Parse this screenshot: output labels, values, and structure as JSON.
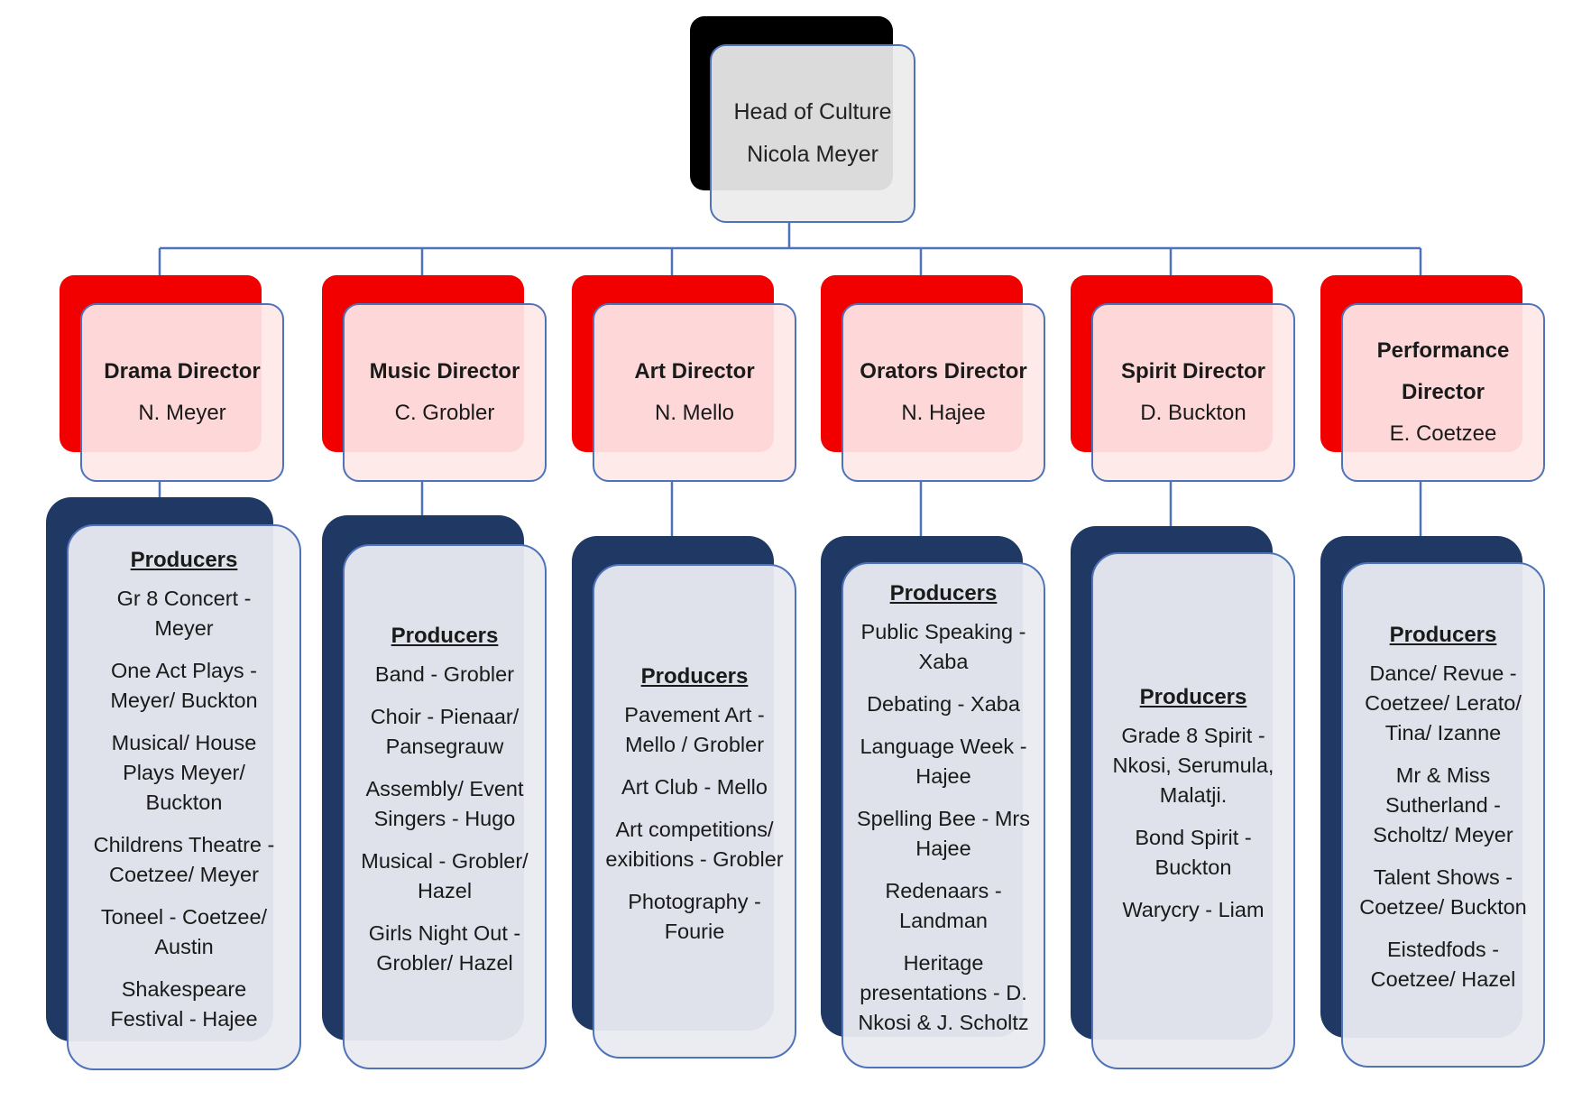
{
  "head": {
    "title": "Head of Culture",
    "name": "Nicola Meyer"
  },
  "directors": [
    {
      "title": "Drama Director",
      "name": "N. Meyer"
    },
    {
      "title": "Music Director",
      "name": "C. Grobler"
    },
    {
      "title": "Art Director",
      "name": "N. Mello"
    },
    {
      "title": "Orators Director",
      "name": "N. Hajee"
    },
    {
      "title": "Spirit Director",
      "name": "D. Buckton"
    },
    {
      "title": "Performance Director",
      "name": "E. Coetzee"
    }
  ],
  "producers": [
    {
      "heading": "Producers",
      "items": [
        "Gr 8 Concert - Meyer",
        "One Act Plays - Meyer/ Buckton",
        "Musical/ House Plays Meyer/ Buckton",
        "Childrens Theatre - Coetzee/ Meyer",
        "Toneel - Coetzee/ Austin",
        "Shakespeare Festival - Hajee"
      ]
    },
    {
      "heading": "Producers",
      "items": [
        "Band - Grobler",
        "Choir - Pienaar/ Pansegrauw",
        "Assembly/ Event Singers - Hugo",
        "Musical - Grobler/ Hazel",
        "Girls Night Out - Grobler/ Hazel"
      ]
    },
    {
      "heading": "Producers",
      "items": [
        "Pavement Art - Mello / Grobler",
        "Art Club - Mello",
        "Art competitions/ exibitions - Grobler",
        "Photography - Fourie"
      ]
    },
    {
      "heading": "Producers",
      "items": [
        "Public Speaking - Xaba",
        "Debating - Xaba",
        "Language Week - Hajee",
        "Spelling Bee - Mrs Hajee",
        "Redenaars - Landman",
        "Heritage presentations - D. Nkosi & J. Scholtz"
      ]
    },
    {
      "heading": "Producers",
      "items": [
        "Grade 8 Spirit - Nkosi, Serumula, Malatji.",
        "Bond Spirit - Buckton",
        "Warycry - Liam"
      ]
    },
    {
      "heading": "Producers",
      "items": [
        "Dance/ Revue - Coetzee/ Lerato/ Tina/ Izanne",
        "Mr & Miss Sutherland - Scholtz/ Meyer",
        "Talent Shows - Coetzee/ Buckton",
        "Eistedfods - Coetzee/ Hazel"
      ]
    }
  ],
  "colors": {
    "connector": "#4f73b8",
    "head_shadow": "#000000",
    "director_shadow": "#f20000",
    "producer_shadow": "#1f3864"
  }
}
